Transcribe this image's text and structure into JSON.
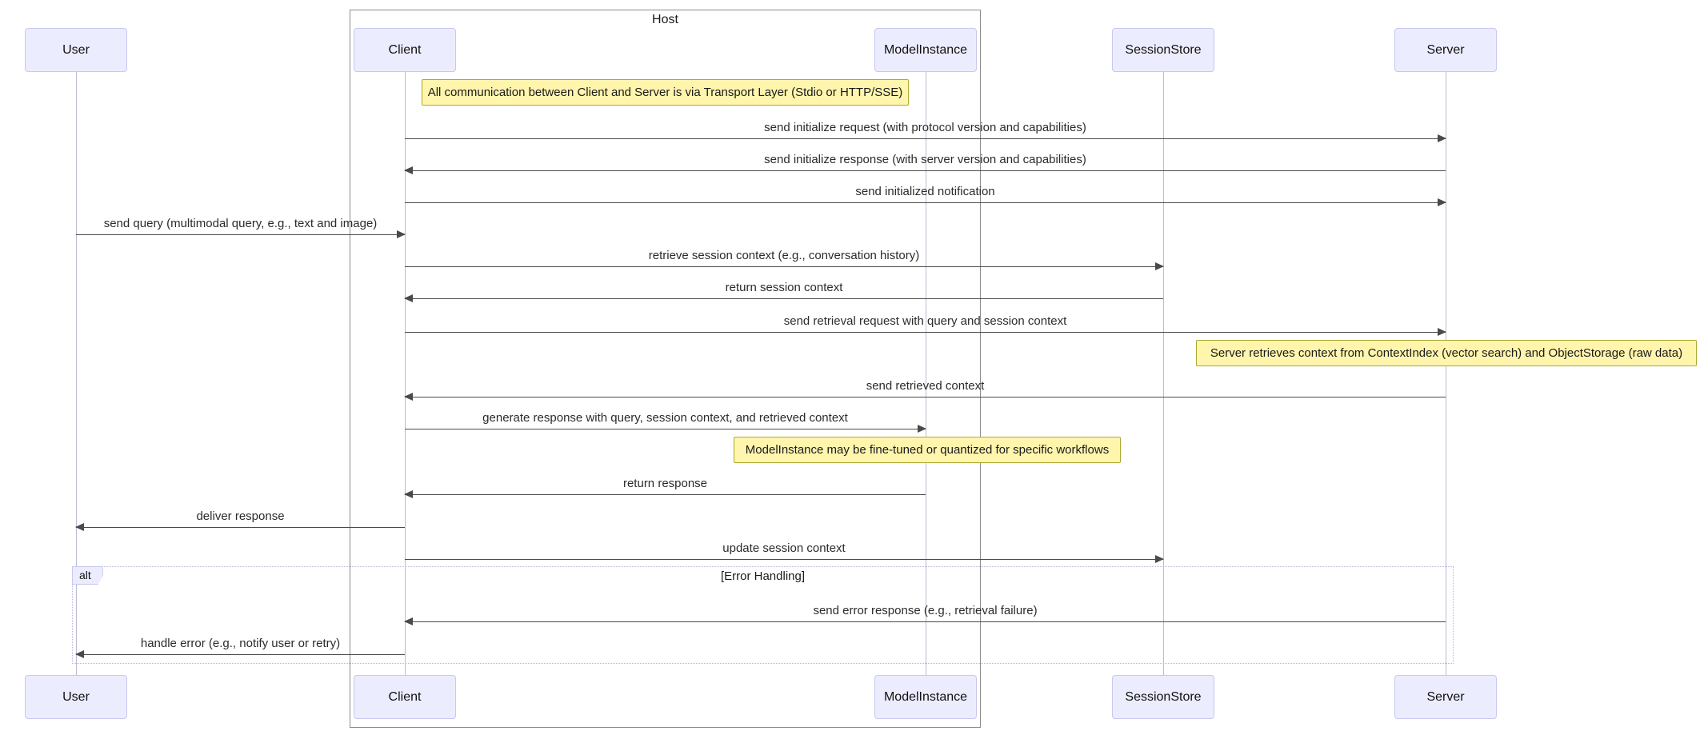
{
  "colors": {
    "background": "#FFFFFF",
    "actor_fill": "#ECECFF",
    "actor_border": "#C8C8F0",
    "note_fill": "#FFF5AD",
    "note_border": "#AAAA33",
    "message_line": "#4A4A4A",
    "lifeline": "#BCBCD2",
    "host_frame_border": "#8C8C8C",
    "alt_frame_border": "#B6B6E0"
  },
  "frames": {
    "host": {
      "label": "Host",
      "contains": [
        "Client",
        "ModelInstance"
      ]
    },
    "alt": {
      "operator": "alt",
      "condition": "[Error Handling]"
    }
  },
  "participants": [
    {
      "id": "user",
      "label": "User"
    },
    {
      "id": "client",
      "label": "Client"
    },
    {
      "id": "model-instance",
      "label": "ModelInstance"
    },
    {
      "id": "session-store",
      "label": "SessionStore"
    },
    {
      "id": "server",
      "label": "Server"
    }
  ],
  "notes": [
    {
      "over": "Client,ModelInstance",
      "text": "All communication between Client and Server is via Transport Layer (Stdio or HTTP/SSE)"
    },
    {
      "over": "Server",
      "text": "Server retrieves context from ContextIndex (vector search) and ObjectStorage (raw data)"
    },
    {
      "over": "ModelInstance",
      "text": "ModelInstance may be fine-tuned or quantized for specific workflows"
    }
  ],
  "messages": [
    {
      "from": "Client",
      "to": "Server",
      "label": "send initialize request (with protocol version and capabilities)"
    },
    {
      "from": "Server",
      "to": "Client",
      "label": "send initialize response (with server version and capabilities)"
    },
    {
      "from": "Client",
      "to": "Server",
      "label": "send initialized notification"
    },
    {
      "from": "User",
      "to": "Client",
      "label": "send query (multimodal query, e.g., text and image)"
    },
    {
      "from": "Client",
      "to": "SessionStore",
      "label": "retrieve session context (e.g., conversation history)"
    },
    {
      "from": "SessionStore",
      "to": "Client",
      "label": "return session context"
    },
    {
      "from": "Client",
      "to": "Server",
      "label": "send retrieval request with query and session context"
    },
    {
      "from": "Server",
      "to": "Client",
      "label": "send retrieved context"
    },
    {
      "from": "Client",
      "to": "ModelInstance",
      "label": "generate response with query, session context, and retrieved context"
    },
    {
      "from": "ModelInstance",
      "to": "Client",
      "label": "return response"
    },
    {
      "from": "Client",
      "to": "User",
      "label": "deliver response"
    },
    {
      "from": "Client",
      "to": "SessionStore",
      "label": "update session context"
    },
    {
      "from": "Server",
      "to": "Client",
      "label": "send error response (e.g., retrieval failure)",
      "fragment": "alt [Error Handling]"
    },
    {
      "from": "Client",
      "to": "User",
      "label": "handle error (e.g., notify user or retry)",
      "fragment": "alt [Error Handling]"
    }
  ]
}
